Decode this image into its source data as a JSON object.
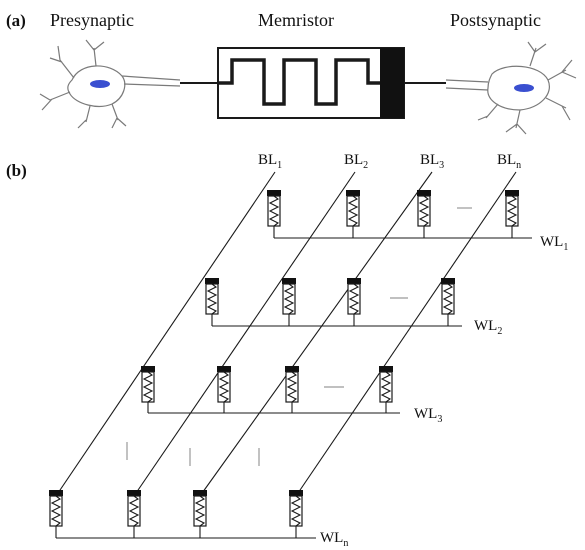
{
  "panel_a": {
    "label": "(a)",
    "presynaptic_label": "Presynaptic",
    "memristor_label": "Memristor",
    "postsynaptic_label": "Postsynaptic"
  },
  "panel_b": {
    "label": "(b)",
    "bitlines": [
      {
        "base": "BL",
        "sub": "1"
      },
      {
        "base": "BL",
        "sub": "2"
      },
      {
        "base": "BL",
        "sub": "3"
      },
      {
        "base": "BL",
        "sub": "n"
      }
    ],
    "wordlines": [
      {
        "base": "WL",
        "sub": "1"
      },
      {
        "base": "WL",
        "sub": "2"
      },
      {
        "base": "WL",
        "sub": "3"
      },
      {
        "base": "WL",
        "sub": "n"
      }
    ]
  },
  "colors": {
    "line": "#1a1a1a",
    "nucleus": "#3a4fd0",
    "neuron_stroke": "#7a7a7a",
    "dash": "#9a9a9a"
  }
}
